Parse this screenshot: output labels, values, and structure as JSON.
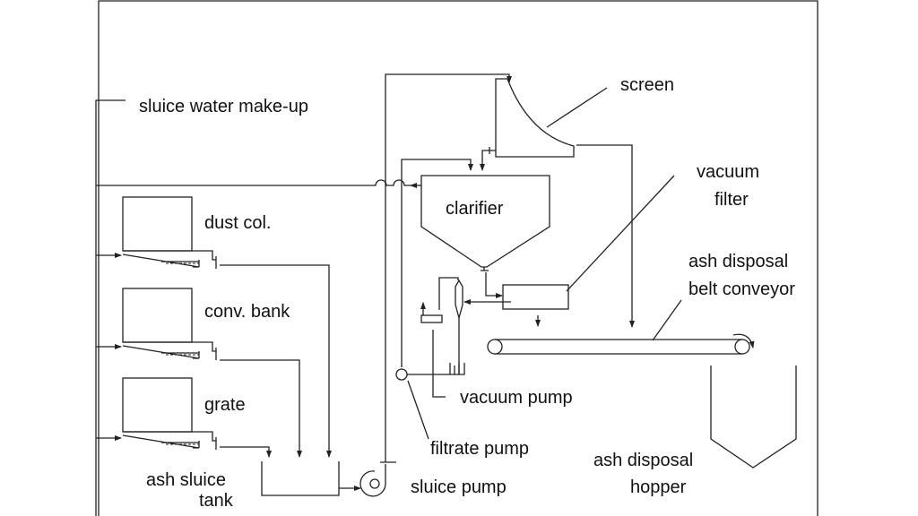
{
  "labels": {
    "makeup": "sluice water make-up",
    "screen": "screen",
    "vacuum_filter_1": "vacuum",
    "vacuum_filter_2": "filter",
    "clarifier": "clarifier",
    "belt_1": "ash disposal",
    "belt_2": "belt conveyor",
    "dust": "dust col.",
    "conv": "conv. bank",
    "grate": "grate",
    "vacuum_pump": "vacuum pump",
    "filtrate_pump": "filtrate pump",
    "tank_1": "ash sluice",
    "tank_2": "tank",
    "sluice_pump": "sluice pump",
    "hopper_1": "ash disposal",
    "hopper_2": "hopper"
  },
  "colors": {
    "line": "#222222",
    "background": "#ffffff"
  }
}
